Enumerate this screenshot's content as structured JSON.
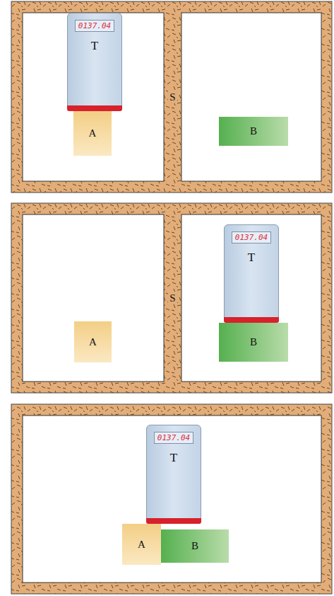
{
  "diagram": {
    "nodes": [
      {
        "text": [
          "0137.04",
          "T"
        ]
      },
      {
        "text": [
          "A"
        ]
      },
      {
        "text": [
          "S"
        ]
      },
      {
        "text": [
          "B"
        ]
      },
      {
        "text": [
          "A"
        ]
      },
      {
        "text": [
          "S"
        ]
      },
      {
        "text": [
          "0137.04",
          "T"
        ]
      },
      {
        "text": [
          "B"
        ]
      },
      {
        "text": [
          "0137.04",
          "T"
        ]
      },
      {
        "text": [
          "A"
        ]
      },
      {
        "text": [
          "B"
        ]
      }
    ],
    "edges": []
  }
}
